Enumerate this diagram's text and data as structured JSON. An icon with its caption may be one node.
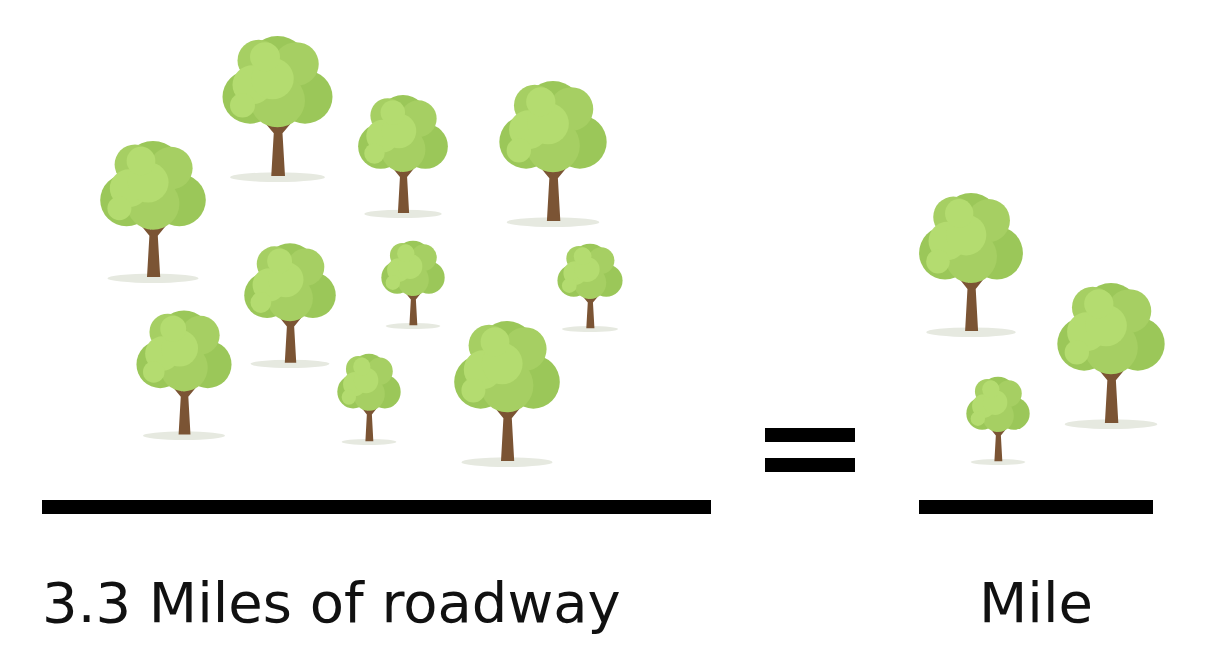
{
  "diagram": {
    "nodes": [
      {
        "text": [],
        "shape": "bar"
      },
      {
        "text": [],
        "shape": "bar"
      }
    ],
    "labels": [
      "3.3 Miles of roadway",
      "Mile"
    ]
  }
}
